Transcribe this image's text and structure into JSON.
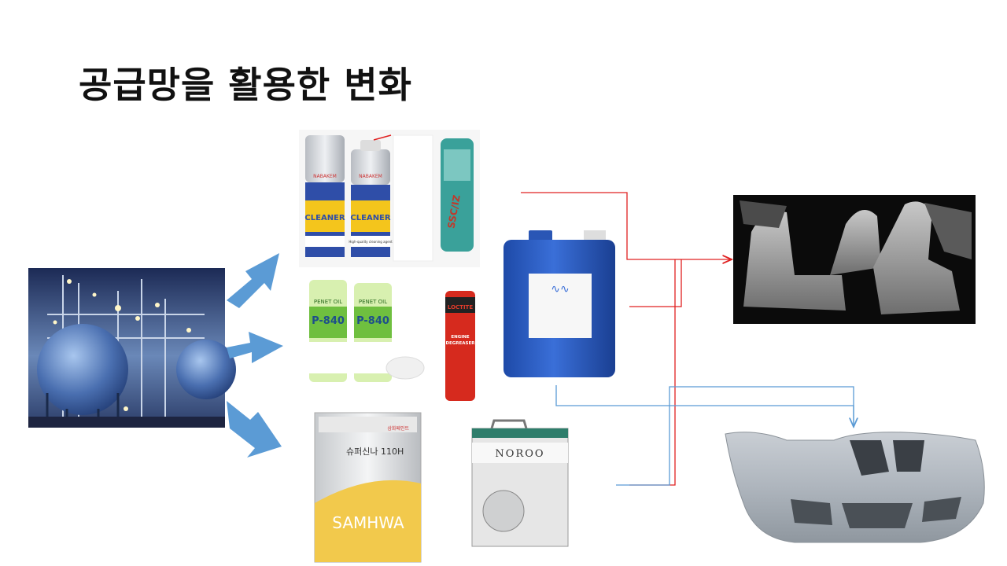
{
  "slide": {
    "title": "공급망을 활용한 변화"
  },
  "products": {
    "cleaner_can": {
      "brand": "NABAKEM",
      "label": "CLEANER",
      "tagline": "High-quality cleaning agent"
    },
    "green_spray": {
      "label": "SSC/IZ"
    },
    "penet_oil": {
      "name": "PENET OIL",
      "code": "P-840"
    },
    "loctite": {
      "brand": "LOCTITE",
      "line1": "ENGINE",
      "line2": "DEGREASER"
    },
    "samhwa_tin": {
      "brand": "SAMHWA",
      "small_label": "삼화페인트",
      "top_label": "슈퍼신나 110H"
    },
    "noroo_tin": {
      "brand": "NOROO"
    }
  },
  "colors": {
    "red_flow": "#e02020",
    "blue_flow": "#5b9bd5",
    "arrow_fill": "#5b9bd5"
  }
}
